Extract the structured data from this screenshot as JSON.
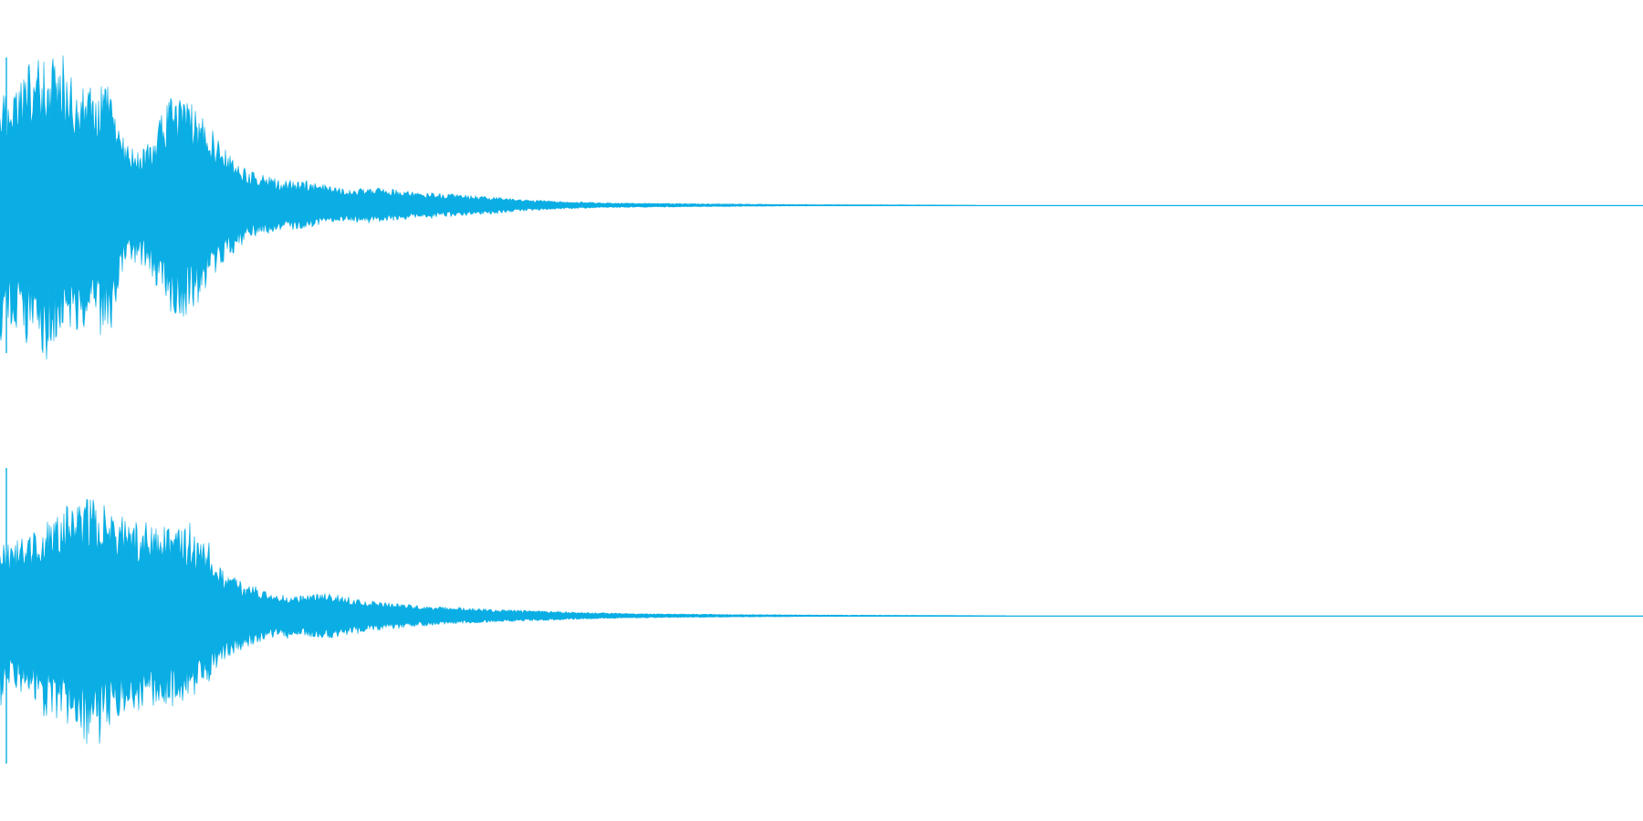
{
  "waveform": {
    "color": "#0aaee4",
    "background": "#ffffff",
    "channel_count": 2,
    "channels": [
      {
        "id": "left",
        "seed": 7,
        "envelope": [
          [
            0.0,
            0.8
          ],
          [
            0.004,
            0.7
          ],
          [
            0.012,
            0.78
          ],
          [
            0.022,
            0.93
          ],
          [
            0.03,
            0.88
          ],
          [
            0.045,
            0.78
          ],
          [
            0.06,
            0.72
          ],
          [
            0.068,
            0.75
          ],
          [
            0.075,
            0.38
          ],
          [
            0.085,
            0.32
          ],
          [
            0.095,
            0.48
          ],
          [
            0.105,
            0.7
          ],
          [
            0.115,
            0.66
          ],
          [
            0.125,
            0.54
          ],
          [
            0.135,
            0.36
          ],
          [
            0.15,
            0.22
          ],
          [
            0.17,
            0.16
          ],
          [
            0.19,
            0.14
          ],
          [
            0.21,
            0.1
          ],
          [
            0.23,
            0.11
          ],
          [
            0.255,
            0.08
          ],
          [
            0.275,
            0.07
          ],
          [
            0.3,
            0.05
          ],
          [
            0.32,
            0.035
          ],
          [
            0.345,
            0.022
          ],
          [
            0.37,
            0.015
          ],
          [
            0.42,
            0.01
          ],
          [
            0.47,
            0.006
          ],
          [
            0.5,
            0.004
          ],
          [
            0.54,
            0.003
          ],
          [
            0.6,
            0.0
          ],
          [
            1.0,
            0.0
          ]
        ]
      },
      {
        "id": "right",
        "seed": 19,
        "envelope": [
          [
            0.0,
            0.55
          ],
          [
            0.004,
            0.4
          ],
          [
            0.01,
            0.45
          ],
          [
            0.018,
            0.5
          ],
          [
            0.03,
            0.6
          ],
          [
            0.045,
            0.7
          ],
          [
            0.058,
            0.72
          ],
          [
            0.07,
            0.65
          ],
          [
            0.085,
            0.58
          ],
          [
            0.1,
            0.55
          ],
          [
            0.11,
            0.56
          ],
          [
            0.125,
            0.44
          ],
          [
            0.135,
            0.28
          ],
          [
            0.15,
            0.19
          ],
          [
            0.165,
            0.14
          ],
          [
            0.18,
            0.12
          ],
          [
            0.2,
            0.14
          ],
          [
            0.22,
            0.1
          ],
          [
            0.25,
            0.07
          ],
          [
            0.275,
            0.05
          ],
          [
            0.3,
            0.04
          ],
          [
            0.33,
            0.03
          ],
          [
            0.36,
            0.02
          ],
          [
            0.4,
            0.012
          ],
          [
            0.45,
            0.008
          ],
          [
            0.5,
            0.005
          ],
          [
            0.56,
            0.003
          ],
          [
            0.62,
            0.0
          ],
          [
            1.0,
            0.0
          ]
        ]
      }
    ]
  }
}
